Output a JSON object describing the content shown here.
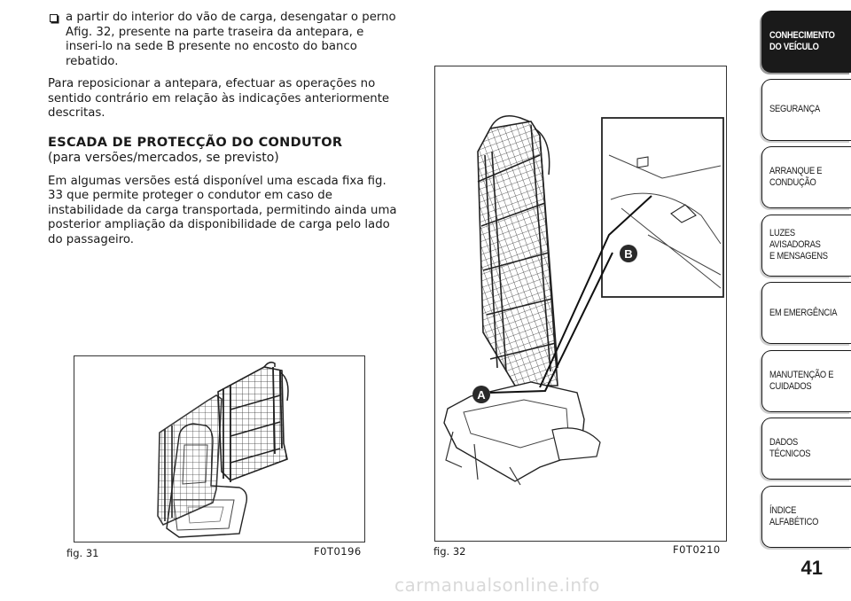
{
  "body": {
    "bullet1": "a partir do interior do vão de carga, desengatar o perno Afig. 32, presente na parte traseira da antepara, e inseri-lo na sede B presente no encosto do banco rebatido.",
    "para1": "Para reposicionar a antepara, efectuar as operações no sentido contrário em relação às indicações anteriormente descritas.",
    "heading": "ESCADA DE PROTECÇÃO DO CONDUTOR",
    "subheading": "(para versões/mercados, se previsto)",
    "para2": "Em algumas versões está disponível uma escada fixa fig. 33 que permite proteger o condutor em caso de instabilidade da carga transportada, permitindo ainda uma posterior ampliação da disponibilidade de carga pelo lado do passageiro."
  },
  "figures": [
    {
      "label": "fig. 31",
      "code": "F0T0196"
    },
    {
      "label": "fig. 32",
      "code": "F0T0210",
      "callouts": [
        "A",
        "B"
      ]
    }
  ],
  "tabs": [
    {
      "label": "CONHECIMENTO\nDO VEÍCULO",
      "active": true
    },
    {
      "label": "SEGURANÇA"
    },
    {
      "label": "ARRANQUE E\nCONDUÇÃO"
    },
    {
      "label": "LUZES AVISADORAS\nE MENSAGENS"
    },
    {
      "label": "EM EMERGÊNCIA"
    },
    {
      "label": "MANUTENÇÃO E\nCUIDADOS"
    },
    {
      "label": "DADOS TÉCNICOS"
    },
    {
      "label": "ÍNDICE ALFABÉTICO"
    }
  ],
  "page_number": "41",
  "watermark": "carmanualsonline.info"
}
